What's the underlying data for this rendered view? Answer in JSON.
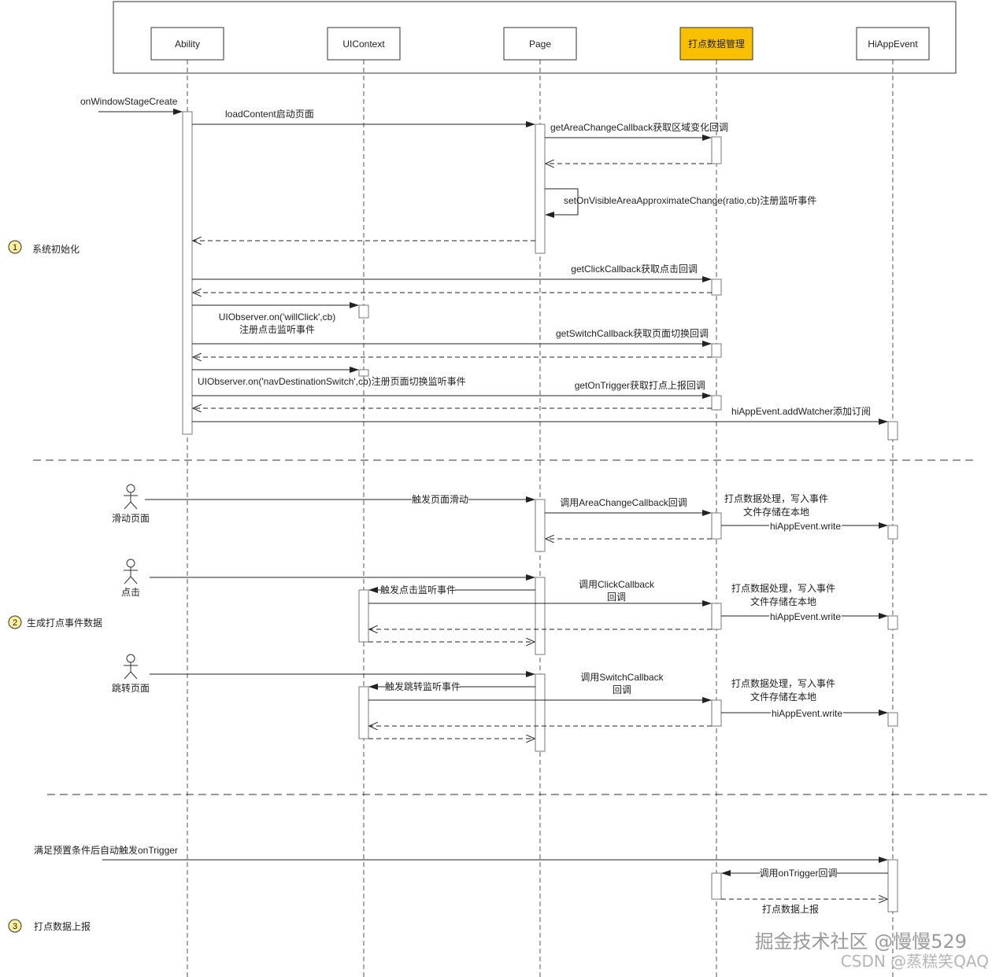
{
  "participants": [
    {
      "id": "ability",
      "label": "Ability"
    },
    {
      "id": "uicontext",
      "label": "UIContext"
    },
    {
      "id": "page",
      "label": "Page"
    },
    {
      "id": "dotmgr",
      "label": "打点数据管理",
      "highlight": true
    },
    {
      "id": "hiappevent",
      "label": "HiAppEvent"
    }
  ],
  "colors": {
    "highlight": "#f9c000",
    "line": "#333333",
    "dash": "#555555"
  },
  "phases": [
    {
      "num": "1",
      "label": "系统初始化"
    },
    {
      "num": "2",
      "label": "生成打点事件数据"
    },
    {
      "num": "3",
      "label": "打点数据上报"
    }
  ],
  "actors": [
    {
      "label": "滑动页面"
    },
    {
      "label": "点击"
    },
    {
      "label": "跳转页面"
    }
  ],
  "messages": {
    "on_window_stage_create": "onWindowStageCreate",
    "load_content": "loadContent启动页面",
    "get_area_change_callback": "getAreaChangeCallback获取区域变化回调",
    "set_on_visible_area": "setOnVisibleAreaApproximateChange(ratio,cb)注册监听事件",
    "get_click_callback": "getClickCallback获取点击回调",
    "ui_observer_will_click_1": "UIObserver.on('willClick',cb)",
    "ui_observer_will_click_2": "注册点击监听事件",
    "get_switch_callback": "getSwitchCallback获取页面切换回调",
    "ui_observer_nav": "UIObserver.on('navDestinationSwitch',cb)注册页面切换监听事件",
    "get_on_trigger": "getOnTrigger获取打点上报回调",
    "add_watcher": "hiAppEvent.addWatcher添加订阅",
    "trigger_scroll": "触发页面滑动",
    "call_area_change": "调用AreaChangeCallback回调",
    "process_1a": "打点数据处理，写入事件",
    "process_1b": "文件存储在本地",
    "write_1": "hiAppEvent.write",
    "trigger_click_listener": "触发点击监听事件",
    "call_click_1": "调用ClickCallback",
    "call_click_2": "回调",
    "process_2a": "打点数据处理，写入事件",
    "process_2b": "文件存储在本地",
    "write_2": "hiAppEvent.write",
    "trigger_jump_listener": "触发跳转监听事件",
    "call_switch_1": "调用SwitchCallback",
    "call_switch_2": "回调",
    "process_3a": "打点数据处理，写入事件",
    "process_3b": "文件存储在本地",
    "write_3": "hiAppEvent.write",
    "auto_trigger": "满足预置条件后自动触发onTrigger",
    "call_on_trigger": "调用onTrigger回调",
    "report": "打点数据上报"
  },
  "watermark": {
    "line1": "掘金技术社区 @慢慢529",
    "line2": "CSDN @蒸糕笑QAQ"
  }
}
